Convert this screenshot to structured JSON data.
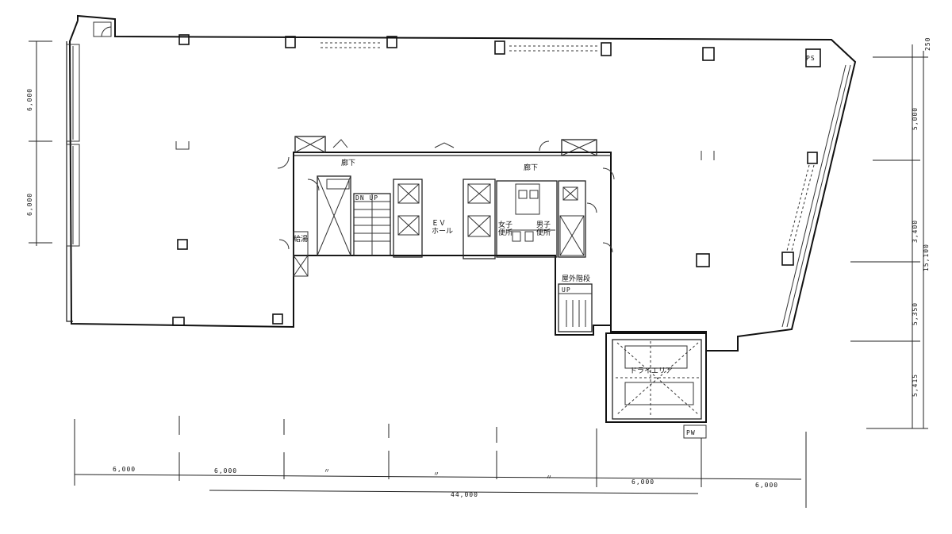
{
  "labels": {
    "corridor_left": "廊下",
    "corridor_right": "廊下",
    "ev_hall": "ＥＶ\nホール",
    "stairs_left": "DN  UP",
    "stairs_right": "UP",
    "outdoor_stairs": "屋外階段",
    "utility_left": "給湯",
    "toilet_men": "女子\n便所",
    "toilet_women": "男子\n便所",
    "ps_box": "PS",
    "pw_box": "PW",
    "void_label": "ドライエリア"
  },
  "dimensions": {
    "left_upper": "6,000",
    "left_lower": "6,000",
    "right_top": "250",
    "right_1": "5,000",
    "right_2": "3,400",
    "right_3": "5,350",
    "right_total": "15,100",
    "right_4": "5,415",
    "bottom_1": "6,000",
    "bottom_2": "6,000",
    "bottom_3": "〃",
    "bottom_4": "〃",
    "bottom_5": "〃",
    "bottom_6": "6,000",
    "bottom_7": "6,000",
    "bottom_total": "44,000"
  }
}
